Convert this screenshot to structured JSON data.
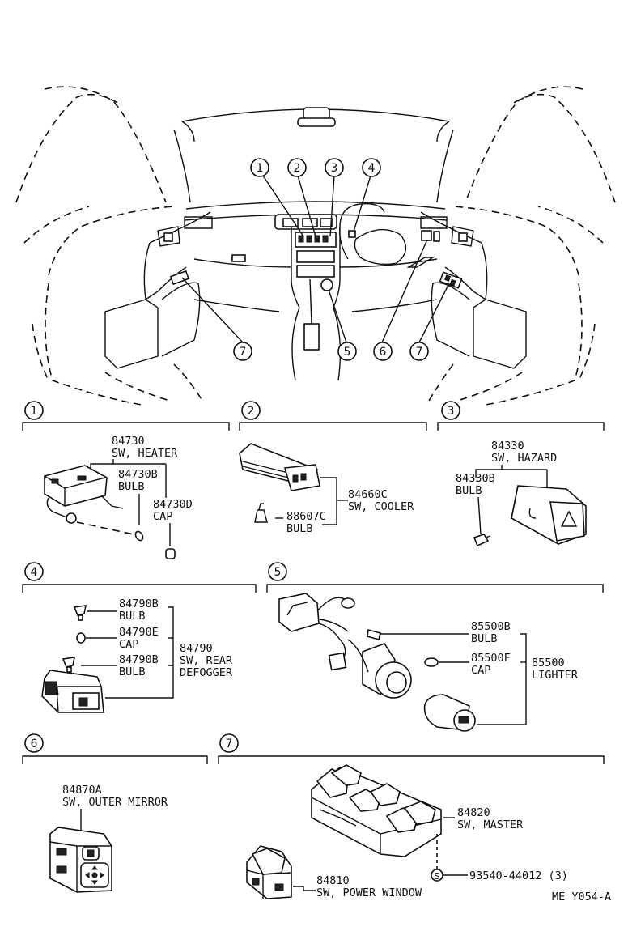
{
  "callouts_top": [
    "1",
    "2",
    "3",
    "4",
    "5",
    "6",
    "7",
    "7"
  ],
  "sections": [
    {
      "id": "1",
      "parts": [
        {
          "num": "84730",
          "name": "SW, HEATER"
        },
        {
          "num": "84730B",
          "name": "BULB"
        },
        {
          "num": "84730D",
          "name": "CAP"
        }
      ]
    },
    {
      "id": "2",
      "parts": [
        {
          "num": "84660C",
          "name": "SW, COOLER"
        },
        {
          "num": "88607C",
          "name": "BULB"
        }
      ]
    },
    {
      "id": "3",
      "parts": [
        {
          "num": "84330",
          "name": "SW, HAZARD"
        },
        {
          "num": "84330B",
          "name": "BULB"
        }
      ]
    },
    {
      "id": "4",
      "parts": [
        {
          "num": "84790B",
          "name": "BULB"
        },
        {
          "num": "84790E",
          "name": "CAP"
        },
        {
          "num": "84790B",
          "name": "BULB"
        },
        {
          "num": "84790",
          "name": "SW, REAR",
          "name2": "DEFOGGER"
        }
      ]
    },
    {
      "id": "5",
      "parts": [
        {
          "num": "85500B",
          "name": "BULB"
        },
        {
          "num": "85500F",
          "name": "CAP"
        },
        {
          "num": "85500",
          "name": "LIGHTER"
        }
      ]
    },
    {
      "id": "6",
      "parts": [
        {
          "num": "84870A",
          "name": "SW, OUTER MIRROR"
        }
      ]
    },
    {
      "id": "7",
      "parts": [
        {
          "num": "84820",
          "name": "SW, MASTER"
        },
        {
          "num": "84810",
          "name": "SW, POWER  WINDOW"
        },
        {
          "num": "93540-44012 (3)",
          "name": ""
        },
        {
          "num": "S",
          "name": ""
        }
      ]
    }
  ],
  "figure_code": "ME Y054-A"
}
